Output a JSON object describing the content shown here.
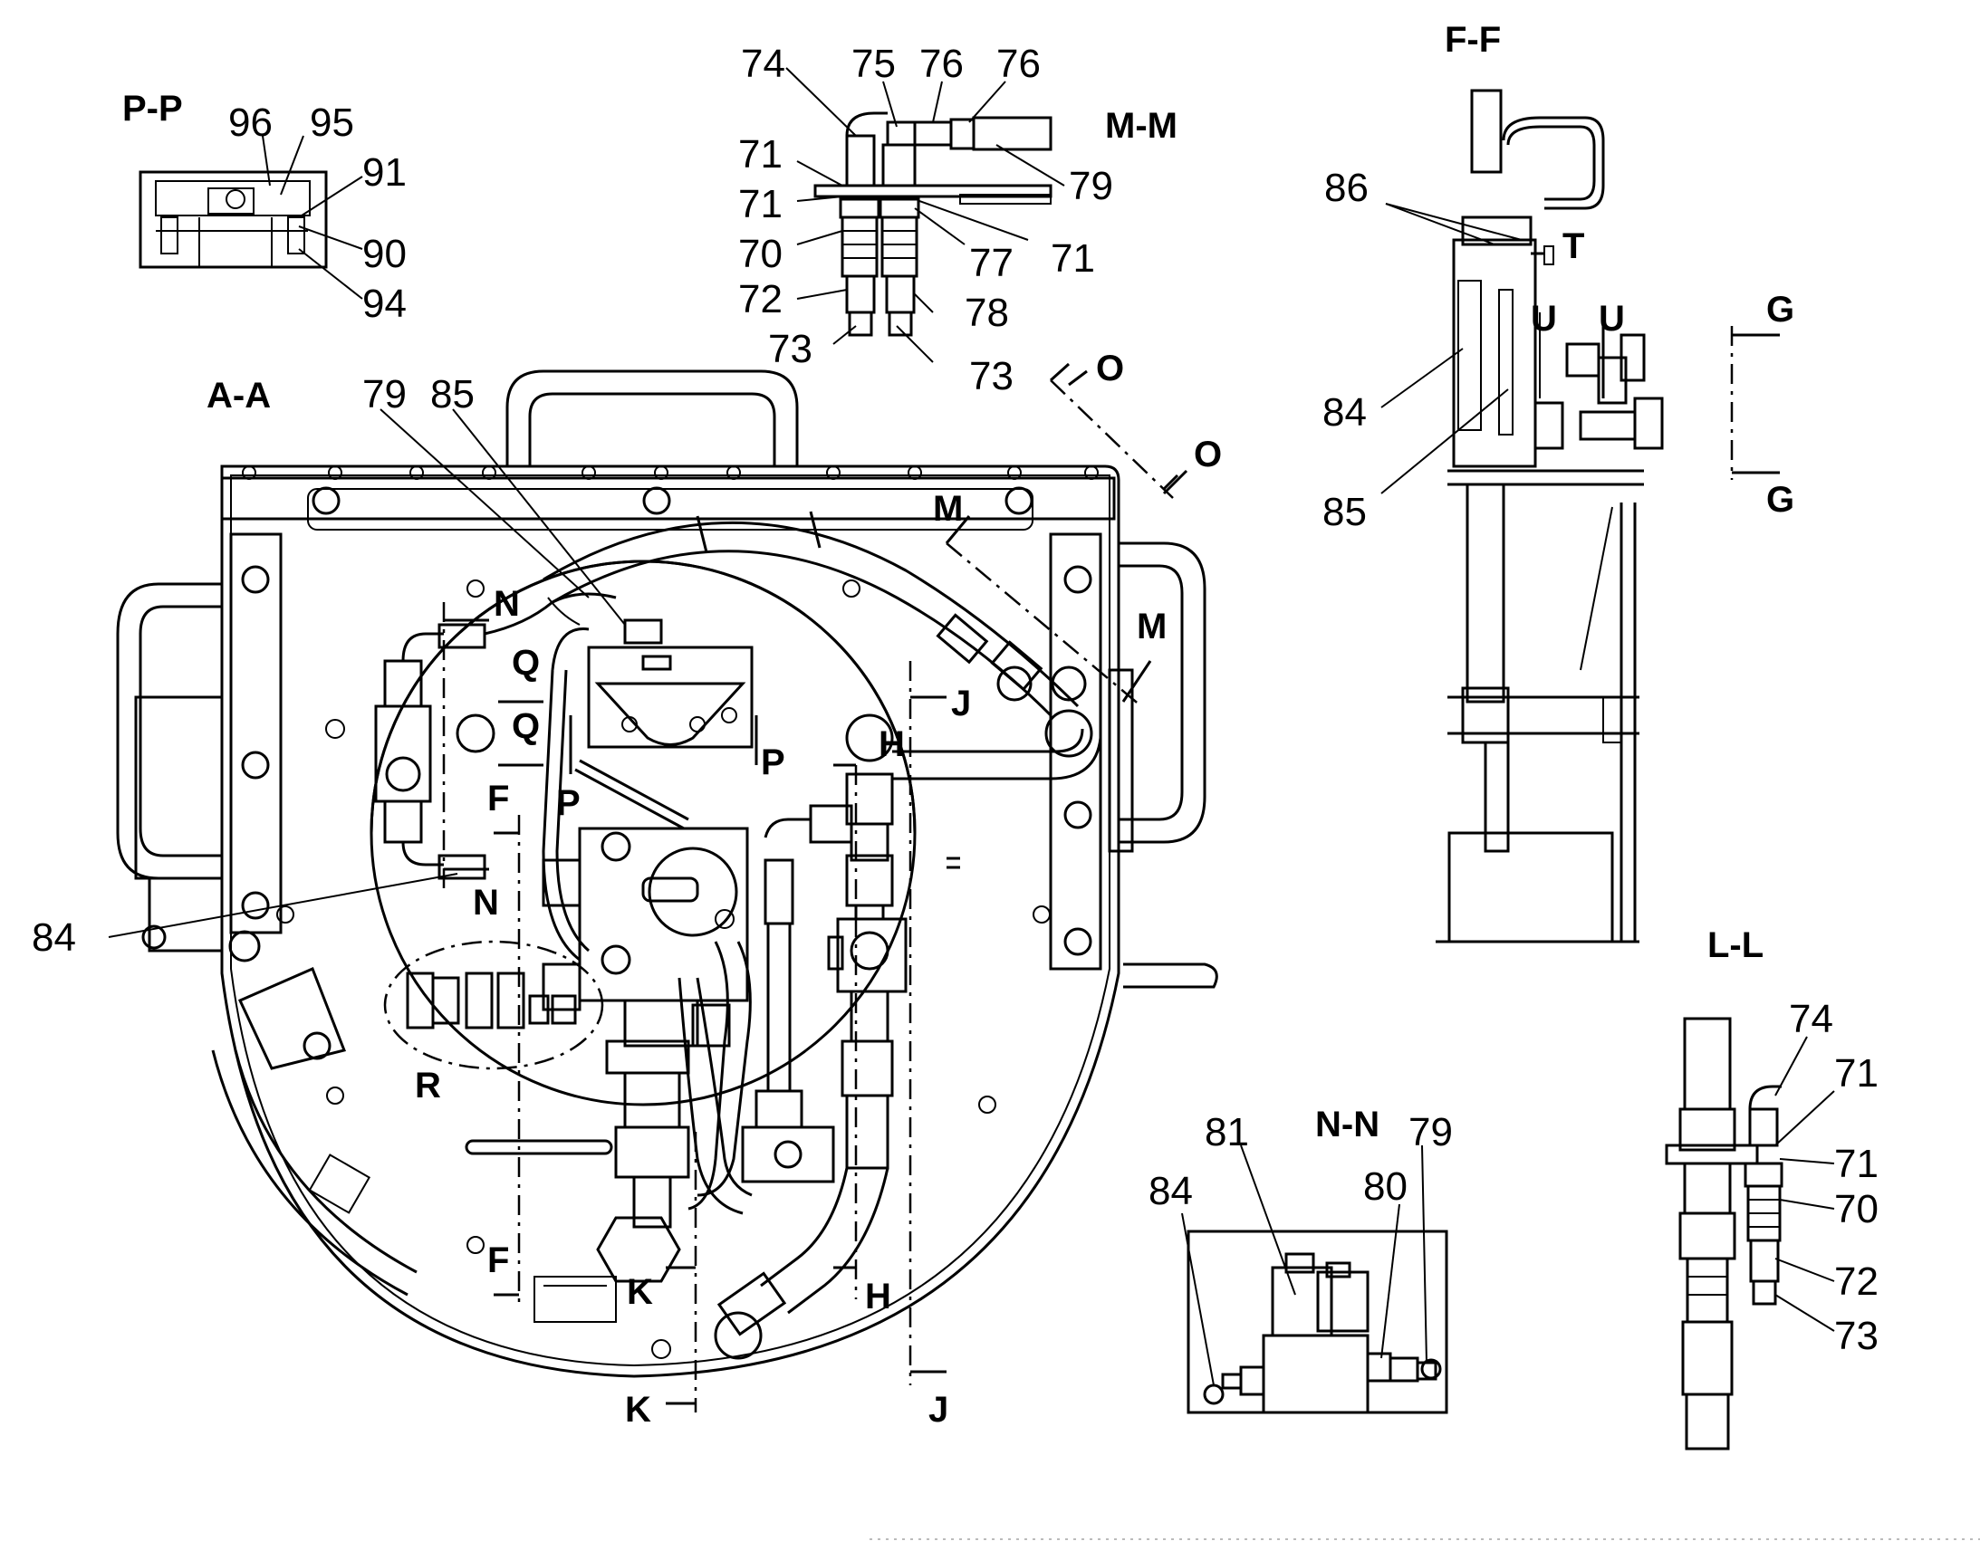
{
  "section_titles": {
    "pp": "P-P",
    "mm": "M-M",
    "ff": "F-F",
    "aa": "A-A",
    "nn": "N-N",
    "ll": "L-L"
  },
  "callouts": {
    "pp": [
      "96",
      "95",
      "91",
      "90",
      "94"
    ],
    "mm": [
      "74",
      "75",
      "76",
      "76",
      "71",
      "79",
      "71",
      "71",
      "70",
      "77",
      "72",
      "78",
      "73",
      "73"
    ],
    "ff": [
      "86",
      "84",
      "85"
    ],
    "aa": [
      "79",
      "85",
      "84"
    ],
    "nn": [
      "81",
      "79",
      "84",
      "80"
    ],
    "ll": [
      "74",
      "71",
      "71",
      "70",
      "72",
      "73"
    ]
  },
  "section_markers": {
    "o1": "O",
    "o2": "O",
    "g1": "G",
    "g2": "G",
    "t": "T",
    "u1": "U",
    "u2": "U",
    "m1": "M",
    "m2": "M",
    "n1": "N",
    "n2": "N",
    "q1": "Q",
    "q2": "Q",
    "p1": "P",
    "p2": "P",
    "f1": "F",
    "f2": "F",
    "j1": "J",
    "j2": "J",
    "h1": "H",
    "h2": "H",
    "k1": "K",
    "k2": "K",
    "r": "R"
  }
}
